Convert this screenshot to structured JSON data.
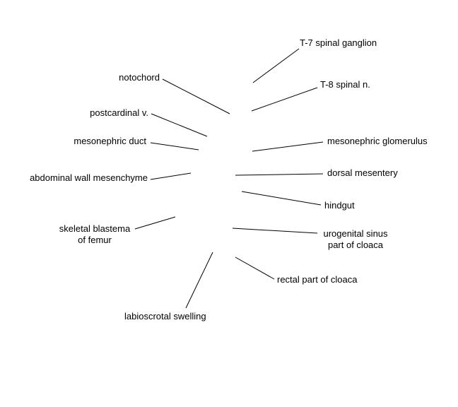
{
  "labels": {
    "t7_spinal_ganglion": "T-7 spinal ganglion",
    "notochord": "notochord",
    "t8_spinal_nerve": "T-8 spinal n.",
    "postcardinal_vein": "postcardinal v.",
    "mesonephric_duct": "mesonephric duct",
    "mesonephric_glomerulus": "mesonephric glomerulus",
    "abdominal_wall_mesenchyme": "abdominal wall mesenchyme",
    "dorsal_mesentery": "dorsal mesentery",
    "hindgut": "hindgut",
    "skeletal_blastema_line1": "skeletal blastema",
    "skeletal_blastema_line2": "of femur",
    "urogenital_sinus_line1": "urogenital sinus",
    "urogenital_sinus_line2": "part of cloaca",
    "rectal_part_of_cloaca": "rectal part of cloaca",
    "labioscrotal_swelling": "labioscrotal swelling"
  }
}
